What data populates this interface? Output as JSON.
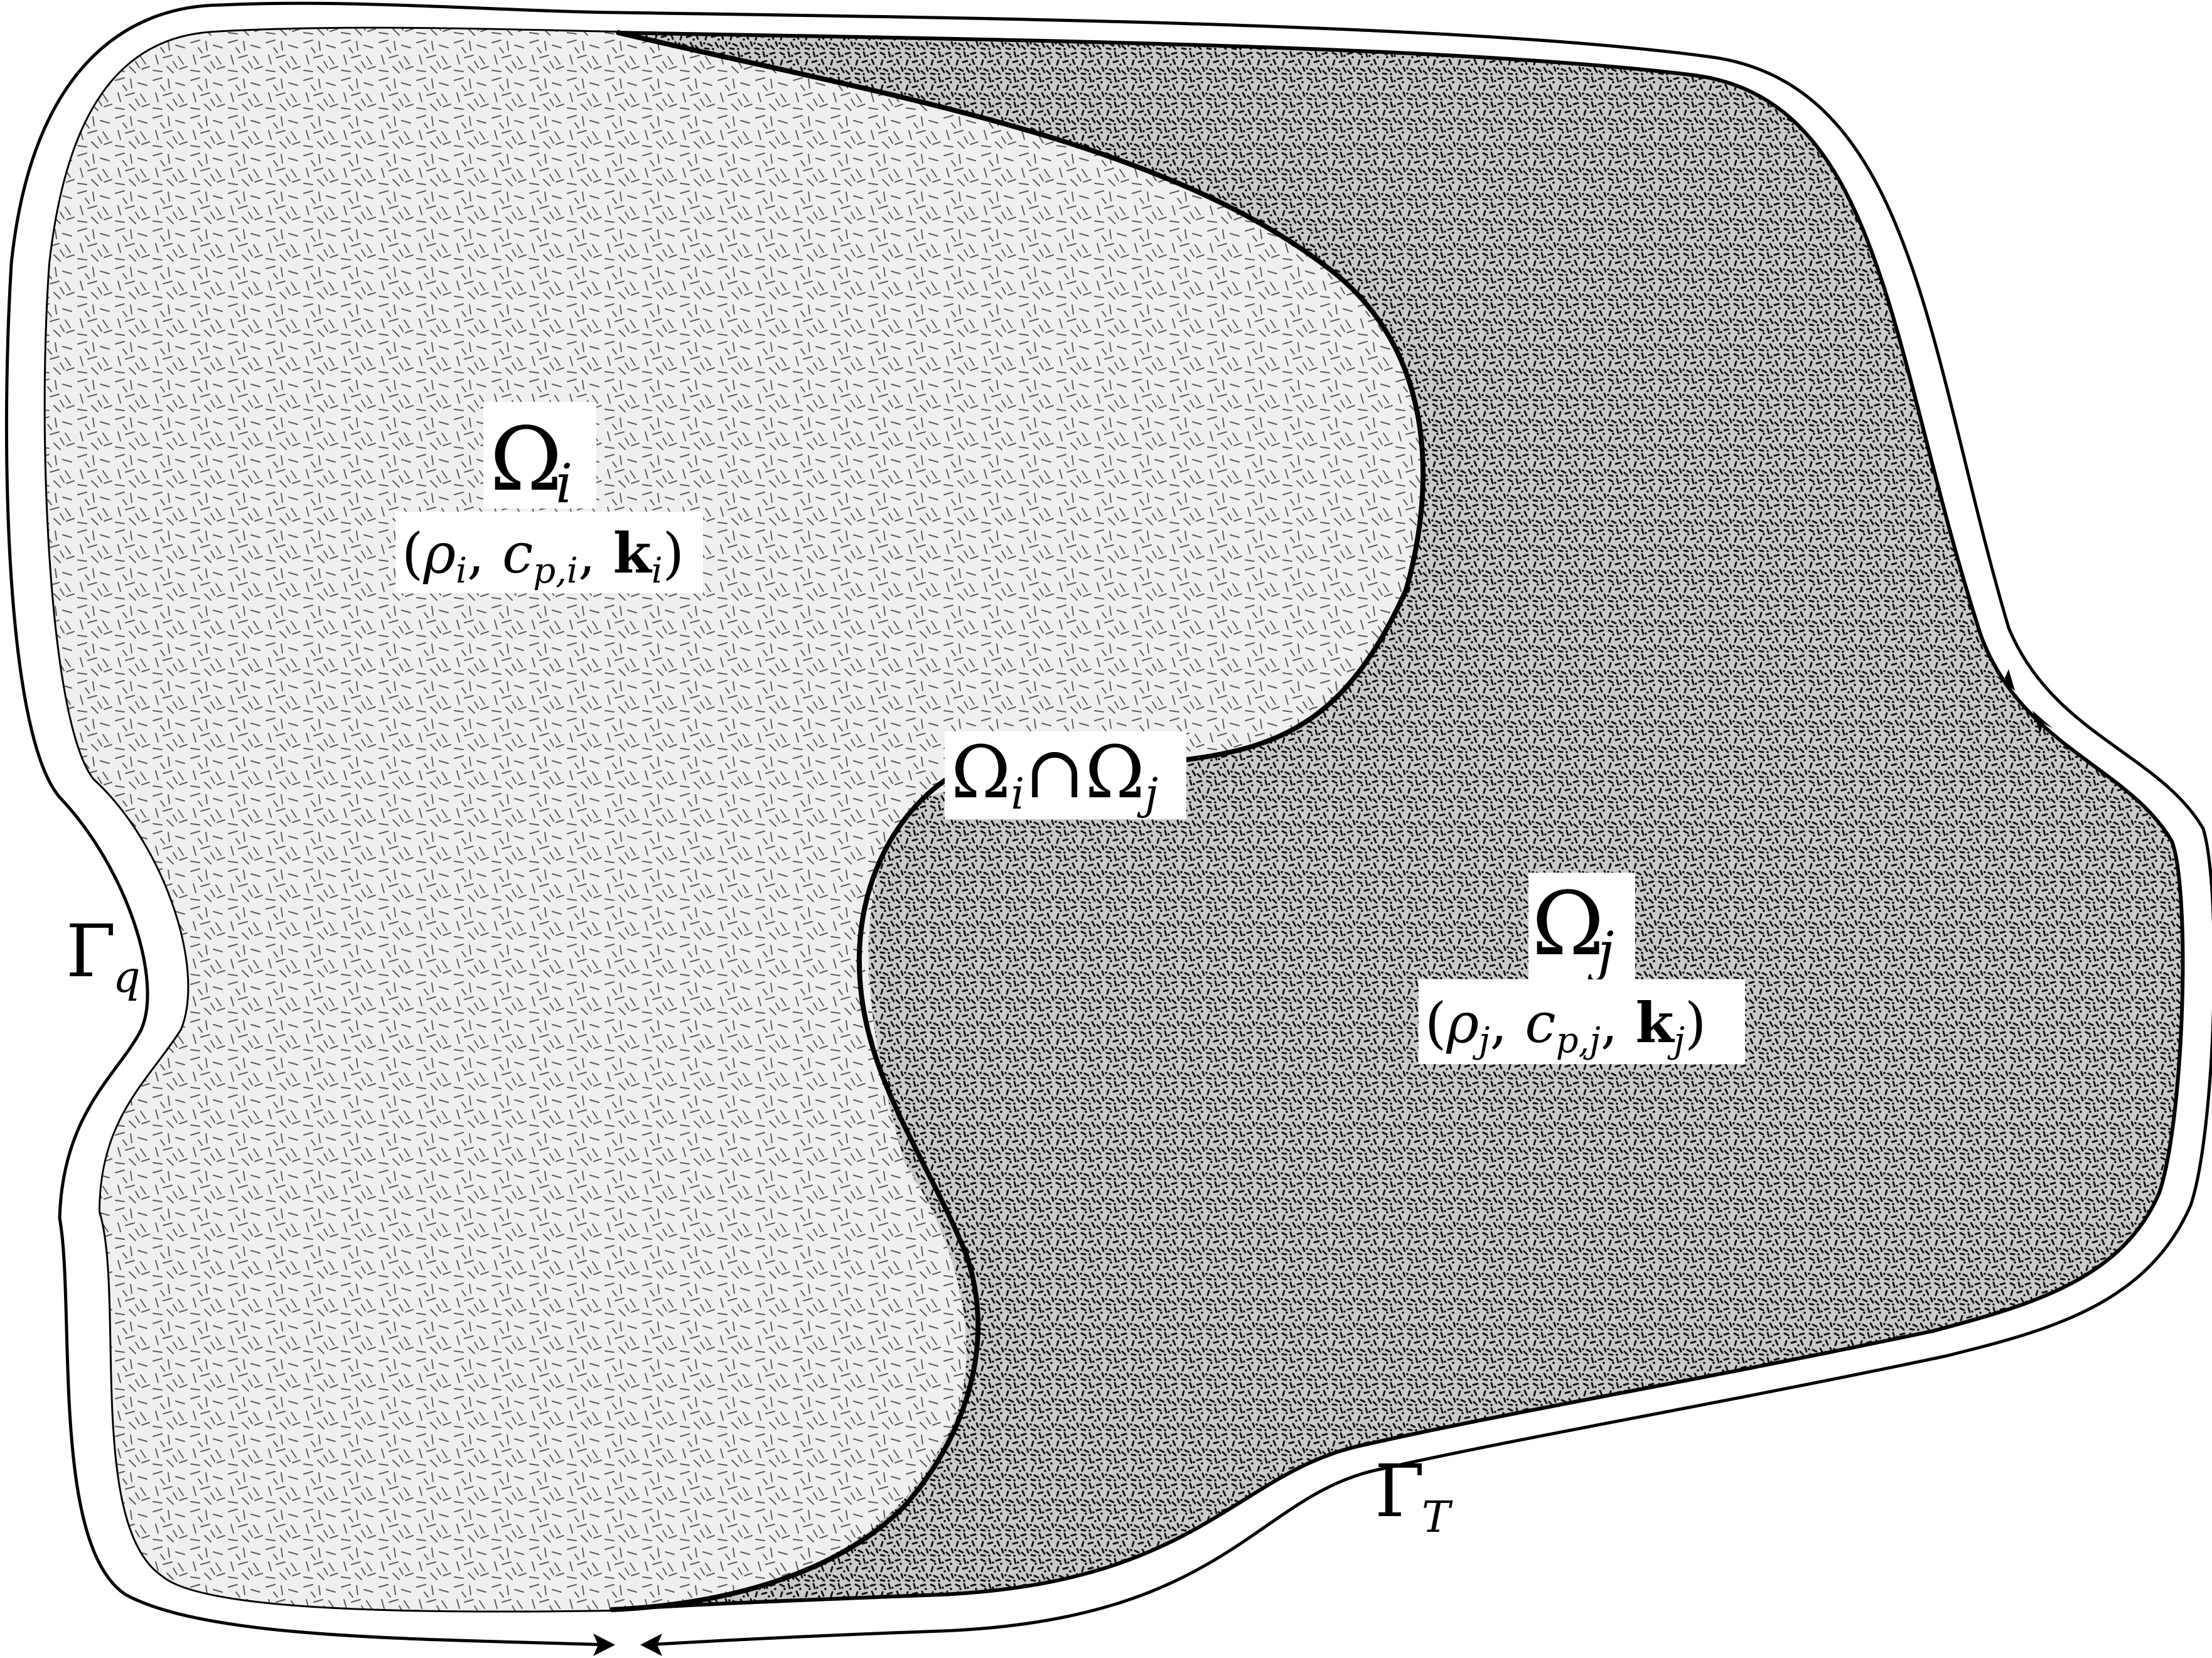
{
  "regions": {
    "omega_i": {
      "symbol": "Ω",
      "subscript": "i",
      "properties": {
        "open": "(",
        "rho": "ρ",
        "rho_sub": "i",
        "sep1": ", ",
        "c": "c",
        "c_sub": "p,i",
        "sep2": ", ",
        "k": "k",
        "k_sub": "i",
        "close": ")"
      },
      "texture": "fine-hatch"
    },
    "omega_j": {
      "symbol": "Ω",
      "subscript": "j",
      "properties": {
        "open": "(",
        "rho": "ρ",
        "rho_sub": "j",
        "sep1": ", ",
        "c": "c",
        "c_sub": "p,j",
        "sep2": ", ",
        "k": "k",
        "k_sub": "j",
        "close": ")"
      },
      "texture": "dense-stipple"
    }
  },
  "interface": {
    "left": "Ω",
    "left_sub": "i",
    "op": "∩",
    "right": "Ω",
    "right_sub": "j"
  },
  "boundaries": {
    "gamma_q": {
      "symbol": "Γ",
      "subscript": "q"
    },
    "gamma_t": {
      "symbol": "Γ",
      "subscript": "T"
    }
  },
  "colors": {
    "ink": "#000000",
    "paper": "#ffffff"
  }
}
